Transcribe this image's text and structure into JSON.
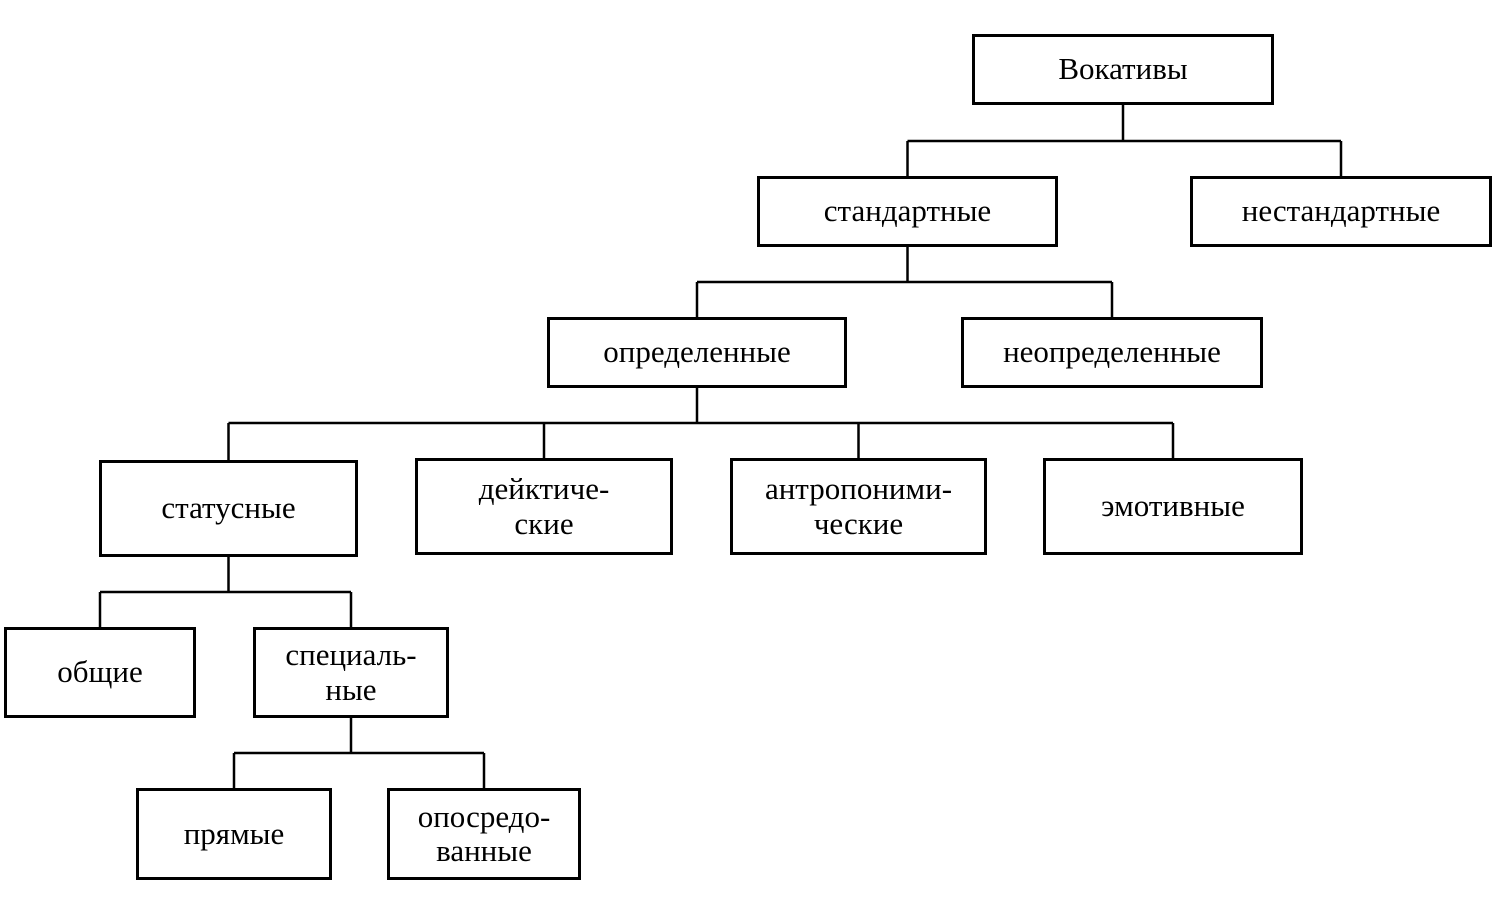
{
  "diagram": {
    "nodes": [
      {
        "id": "vokativy",
        "label": "Вокативы"
      },
      {
        "id": "standartnye",
        "label": "стандартные"
      },
      {
        "id": "nestandartnye",
        "label": "нестандартные"
      },
      {
        "id": "opredelennye",
        "label": "определенные"
      },
      {
        "id": "neopredelennye",
        "label": "неопределенные"
      },
      {
        "id": "statusnye",
        "label": "статусные"
      },
      {
        "id": "deikticheskie",
        "label": "дейктиче-\nские"
      },
      {
        "id": "antroponimicheskie",
        "label": "антропоними-\nческие"
      },
      {
        "id": "emotivnye",
        "label": "эмотивные"
      },
      {
        "id": "obshchie",
        "label": "общие"
      },
      {
        "id": "specialnye",
        "label": "специаль-\nные"
      },
      {
        "id": "pryamye",
        "label": "прямые"
      },
      {
        "id": "oposredovannye",
        "label": "опосредо-\nванные"
      }
    ],
    "edges": [
      [
        "vokativy",
        "standartnye"
      ],
      [
        "vokativy",
        "nestandartnye"
      ],
      [
        "standartnye",
        "opredelennye"
      ],
      [
        "standartnye",
        "neopredelennye"
      ],
      [
        "opredelennye",
        "statusnye"
      ],
      [
        "opredelennye",
        "deikticheskie"
      ],
      [
        "opredelennye",
        "antroponimicheskie"
      ],
      [
        "opredelennye",
        "emotivnye"
      ],
      [
        "statusnye",
        "obshchie"
      ],
      [
        "statusnye",
        "specialnye"
      ],
      [
        "specialnye",
        "pryamye"
      ],
      [
        "specialnye",
        "oposredovannye"
      ]
    ]
  }
}
